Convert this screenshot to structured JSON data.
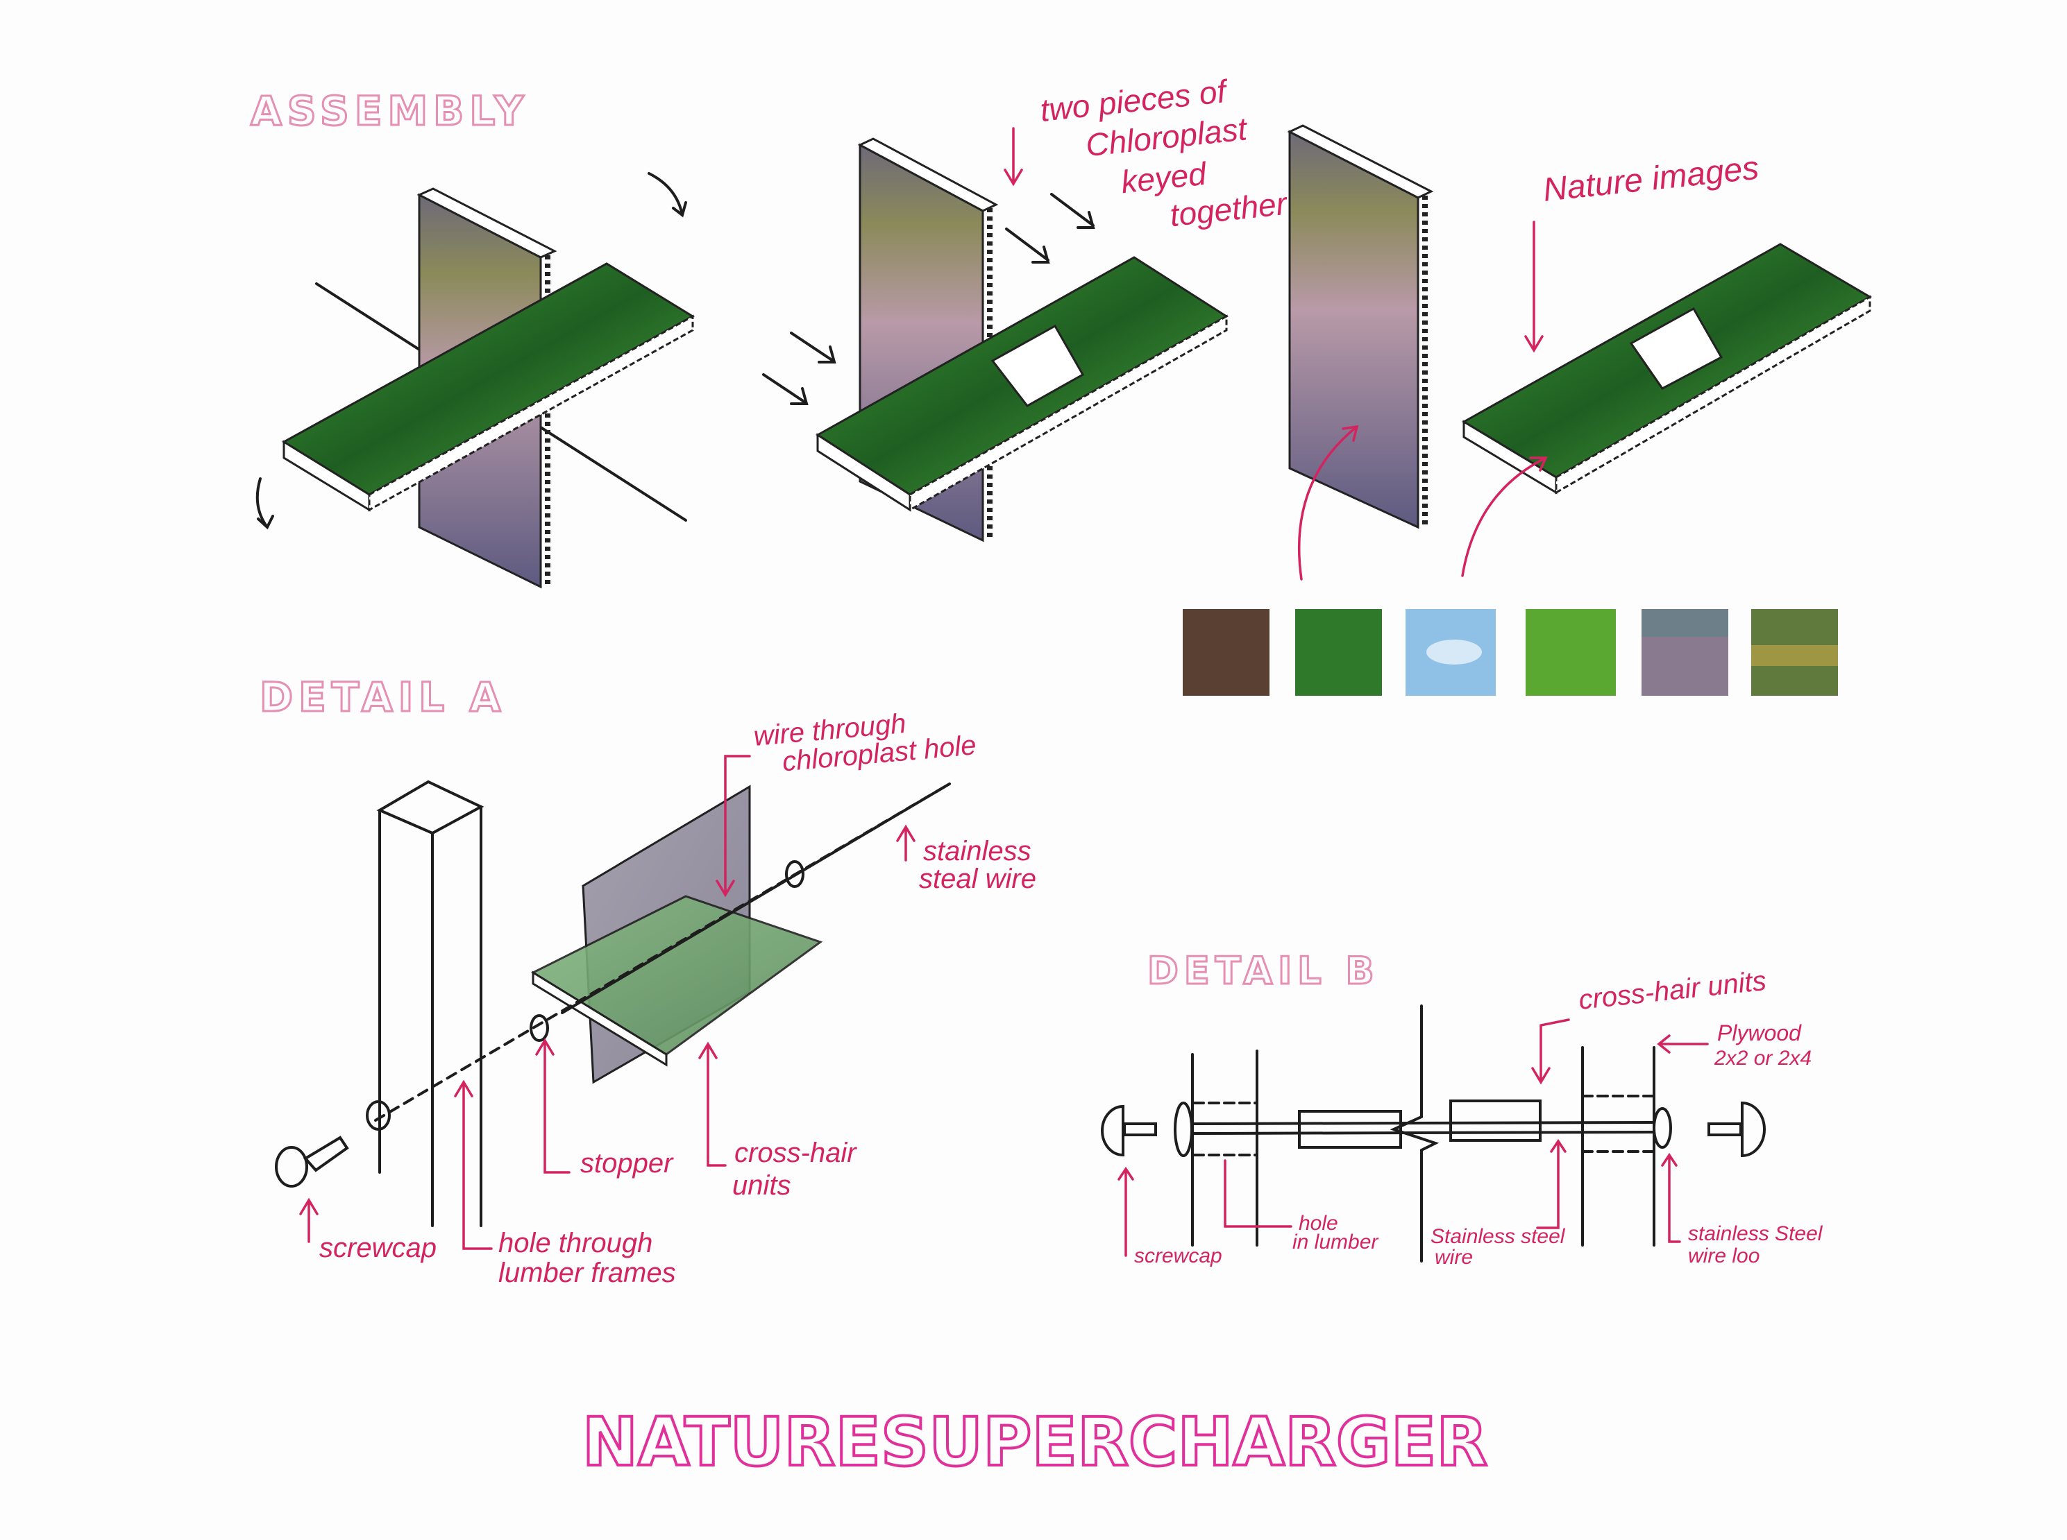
{
  "sections": {
    "assembly": "ASSEMBLY",
    "detail_a": "DETAIL A",
    "detail_b": "DETAIL B"
  },
  "brand": "NATURESUPERCHARGER",
  "assembly_notes": {
    "two_pieces": [
      "two pieces of",
      "Chloroplast",
      "keyed",
      "together"
    ],
    "nature_images": "Nature images"
  },
  "swatches": [
    {
      "name": "soil",
      "color": "#5a3f33"
    },
    {
      "name": "leaves",
      "color": "#2f7a2a"
    },
    {
      "name": "sky",
      "color": "#8fc0e6"
    },
    {
      "name": "grass",
      "color": "#5aa832"
    },
    {
      "name": "lavender-field",
      "color": "#8a7a90"
    },
    {
      "name": "meadow",
      "color": "#5f7a3c"
    }
  ],
  "detail_a_labels": {
    "wire_through": [
      "wire through",
      "chloroplast hole"
    ],
    "stainless": [
      "stainless",
      "steal wire"
    ],
    "stopper": "stopper",
    "cross_hair": [
      "cross-hair",
      "units"
    ],
    "screwcap": "screwcap",
    "hole_through": [
      "hole through",
      "lumber frames"
    ]
  },
  "detail_b_labels": {
    "cross_hair": "cross-hair units",
    "plywood": [
      "Plywood",
      "2x2 or 2x4"
    ],
    "screwcap": "screwcap",
    "hole": [
      "hole",
      "in lumber"
    ],
    "wire": [
      "Stainless steel",
      "wire"
    ],
    "wire_loop": [
      "stainless Steel",
      "wire loo"
    ]
  },
  "colors": {
    "accent": "#d3245f",
    "brand": "#e0309a",
    "title": "#e58fb2",
    "leaf": "#2f7a2a",
    "lavender": "#8a7a90"
  }
}
